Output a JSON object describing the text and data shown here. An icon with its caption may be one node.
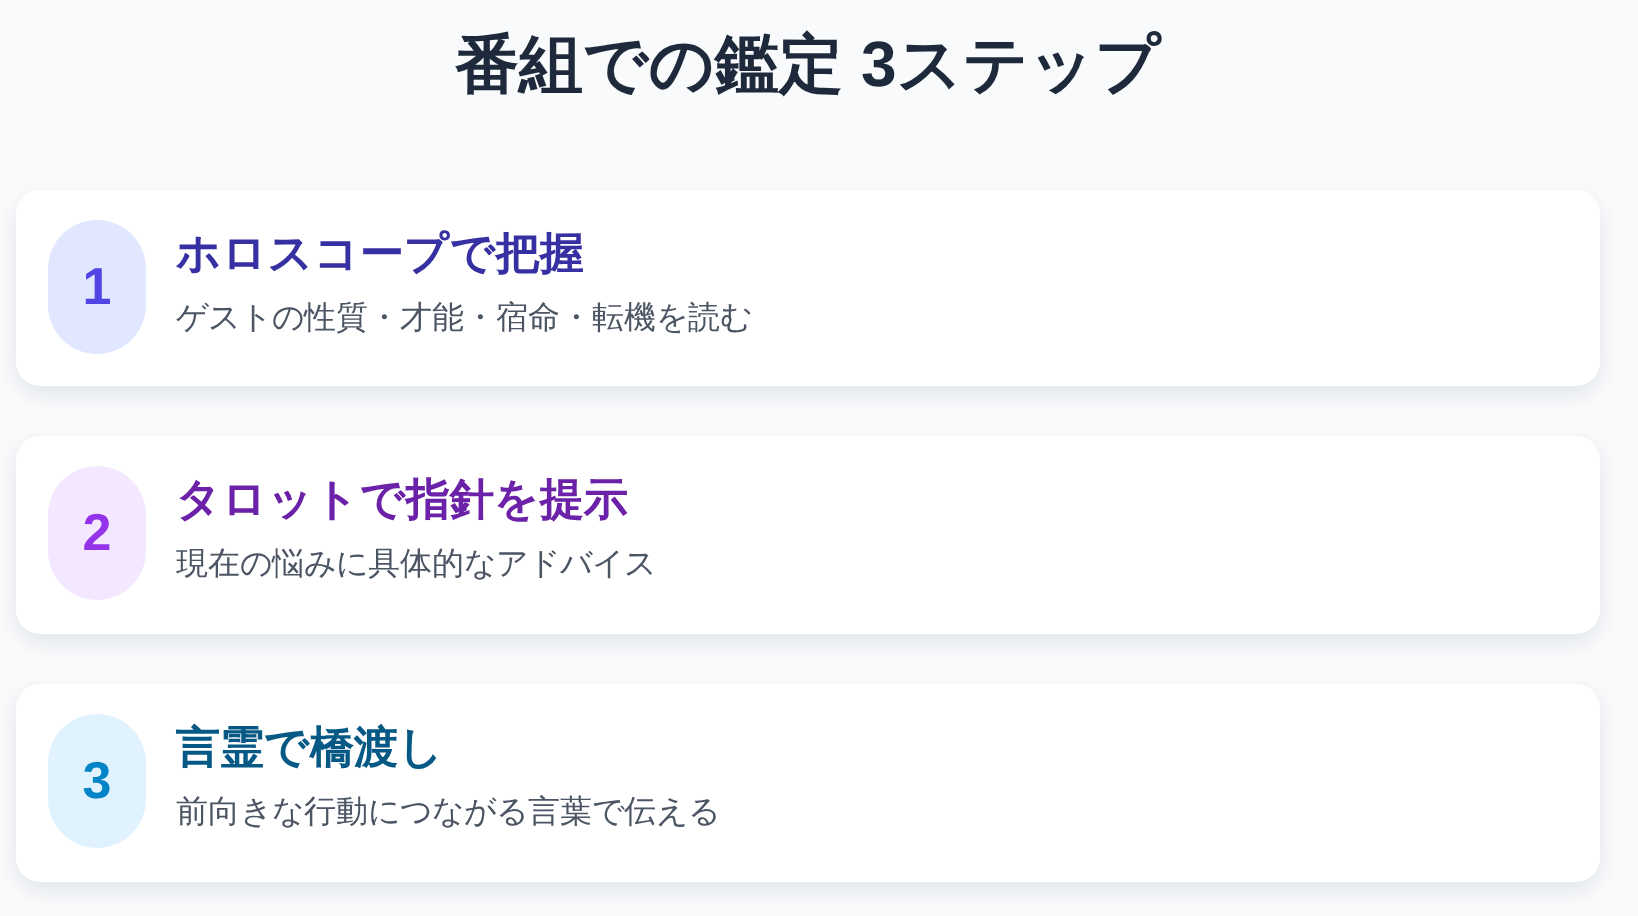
{
  "diagram": {
    "title": "番組での鑑定 3ステップ",
    "nodes": [
      {
        "text": [
          "ホロスコープで把握",
          "ゲストの性質・才能・宿命・転機を読む"
        ]
      },
      {
        "text": [
          "1"
        ],
        "in": 0
      },
      {
        "text": [
          "タロットで指針を提示",
          "現在の悩みに具体的なアドバイス"
        ]
      },
      {
        "text": [
          "2"
        ],
        "in": 2
      },
      {
        "text": [
          "言霊で橋渡し",
          "前向きな行動につながる言葉で伝える"
        ]
      },
      {
        "text": [
          "3"
        ],
        "in": 4
      }
    ]
  }
}
